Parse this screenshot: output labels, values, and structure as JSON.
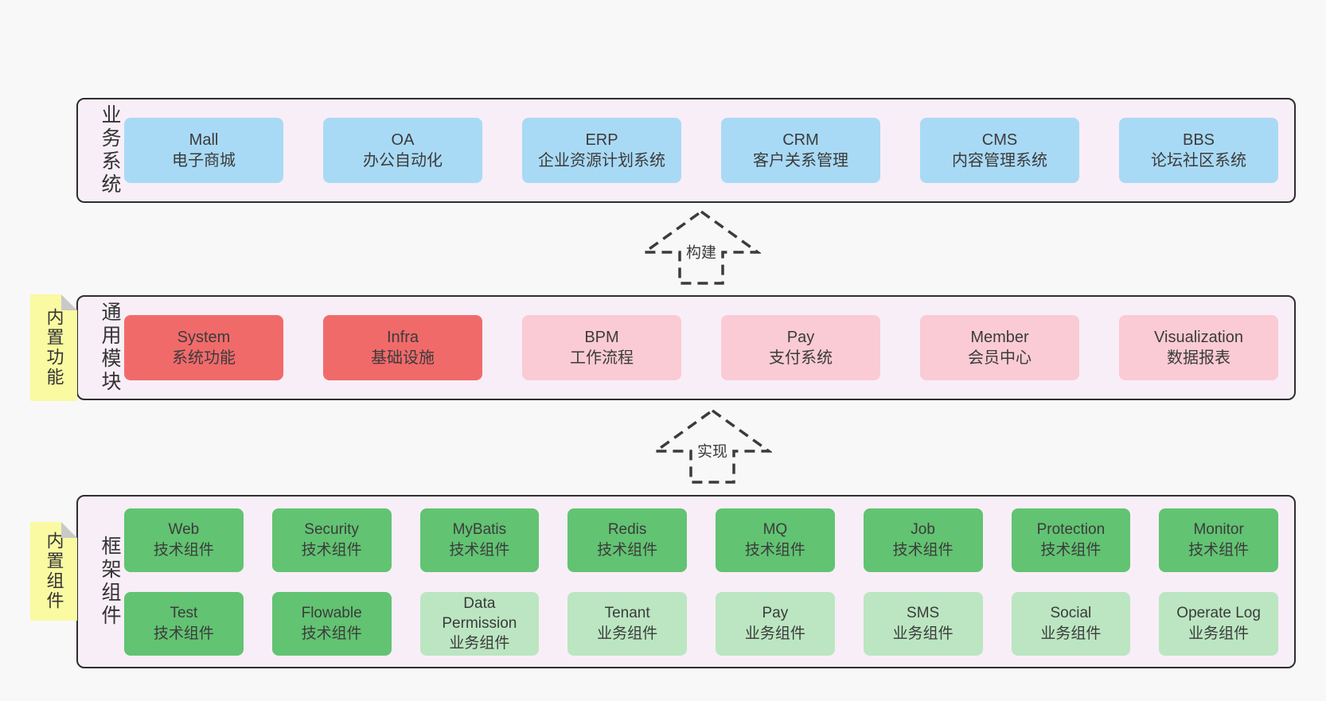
{
  "palette": {
    "page_bg": "#f8f8f8",
    "band_bg": "#f8eef7",
    "band_border": "#2e2e2e",
    "blue_box": "#a9daf5",
    "red_box": "#f16a6a",
    "pink_box": "#facbd4",
    "green_box": "#62c372",
    "light_green_box": "#bbe6c1",
    "sticky_yellow": "#fafaa2",
    "sticky_fold_gray": "#c9c9c9",
    "text": "#3b3b3b"
  },
  "arrows": {
    "build": "构建",
    "implement": "实现"
  },
  "stickies": {
    "modules": "内置功能",
    "components": "内置组件"
  },
  "bands": {
    "business": {
      "label": "业务系统",
      "boxes": [
        {
          "name": "Mall",
          "desc": "电子商城"
        },
        {
          "name": "OA",
          "desc": "办公自动化"
        },
        {
          "name": "ERP",
          "desc": "企业资源计划系统"
        },
        {
          "name": "CRM",
          "desc": "客户关系管理"
        },
        {
          "name": "CMS",
          "desc": "内容管理系统"
        },
        {
          "name": "BBS",
          "desc": "论坛社区系统"
        }
      ]
    },
    "modules": {
      "label": "通用模块",
      "boxes": [
        {
          "name": "System",
          "desc": "系统功能"
        },
        {
          "name": "Infra",
          "desc": "基础设施"
        },
        {
          "name": "BPM",
          "desc": "工作流程"
        },
        {
          "name": "Pay",
          "desc": "支付系统"
        },
        {
          "name": "Member",
          "desc": "会员中心"
        },
        {
          "name": "Visualization",
          "desc": "数据报表"
        }
      ]
    },
    "components": {
      "label": "框架组件",
      "row1": [
        {
          "name": "Web",
          "desc": "技术组件"
        },
        {
          "name": "Security",
          "desc": "技术组件"
        },
        {
          "name": "MyBatis",
          "desc": "技术组件"
        },
        {
          "name": "Redis",
          "desc": "技术组件"
        },
        {
          "name": "MQ",
          "desc": "技术组件"
        },
        {
          "name": "Job",
          "desc": "技术组件"
        },
        {
          "name": "Protection",
          "desc": "技术组件"
        },
        {
          "name": "Monitor",
          "desc": "技术组件"
        }
      ],
      "row2": [
        {
          "name": "Test",
          "desc": "技术组件"
        },
        {
          "name": "Flowable",
          "desc": "技术组件"
        },
        {
          "name": "Data Permission",
          "desc": "业务组件"
        },
        {
          "name": "Tenant",
          "desc": "业务组件"
        },
        {
          "name": "Pay",
          "desc": "业务组件"
        },
        {
          "name": "SMS",
          "desc": "业务组件"
        },
        {
          "name": "Social",
          "desc": "业务组件"
        },
        {
          "name": "Operate Log",
          "desc": "业务组件"
        }
      ]
    }
  }
}
